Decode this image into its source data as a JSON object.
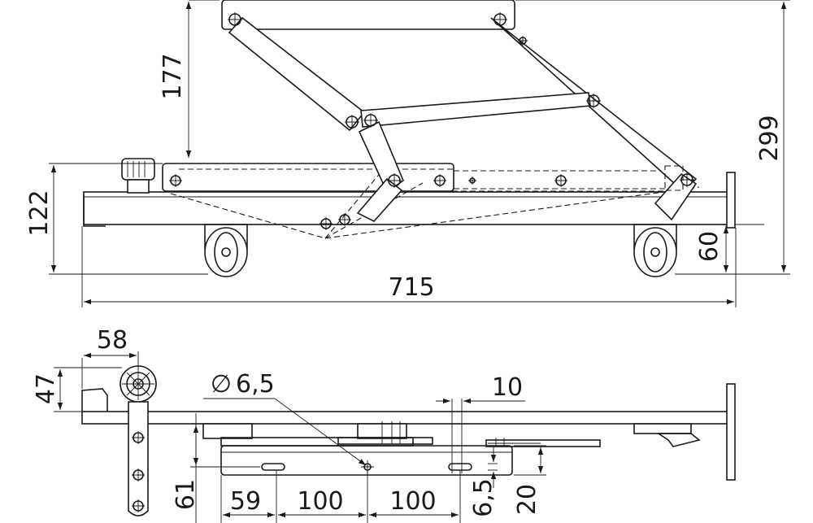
{
  "dimensions": {
    "height_lift": "177",
    "total_height": "299",
    "frame_height": "122",
    "total_width": "715",
    "wheel_height": "60",
    "top_width": "58",
    "top_height": "47",
    "hole_diameter_symbol": "∅",
    "hole_diameter": "6,5",
    "slot_width": "10",
    "side_depth": "61",
    "offset_first": "59",
    "spacing_1": "100",
    "spacing_2": "100",
    "slot_small": "6,5",
    "slot_height": "20"
  }
}
